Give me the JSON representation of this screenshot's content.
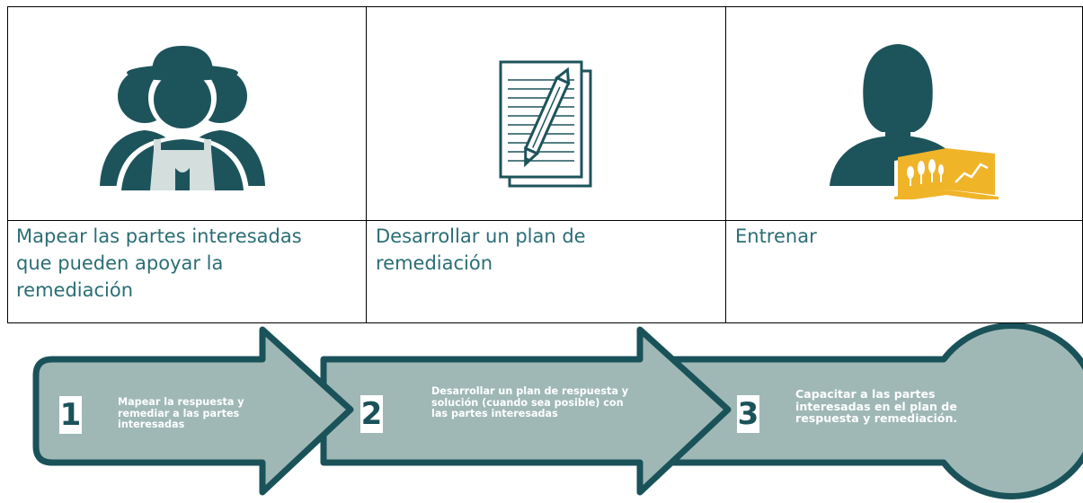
{
  "table": {
    "columns": [
      {
        "icon": "stakeholders-group-icon",
        "caption": "Mapear las partes interesadas que pueden apoyar la remediación"
      },
      {
        "icon": "document-pencil-icon",
        "caption": "Desarrollar un plan de remediación"
      },
      {
        "icon": "trainer-book-icon",
        "caption": "Entrenar"
      }
    ]
  },
  "process": {
    "steps": [
      {
        "number": "1",
        "text": "Mapear la respuesta y remediar a las partes interesadas"
      },
      {
        "number": "2",
        "text": "Desarrollar un plan de respuesta y solución (cuando sea posible) con las partes interesadas"
      },
      {
        "number": "3",
        "text": "Capacitar a las partes interesadas en el plan de respuesta y remediación."
      }
    ]
  },
  "colors": {
    "icon_dark": "#1d545b",
    "caption_text": "#2a6e75",
    "arrow_fill": "#9fb8b6",
    "arrow_outline": "#1a5259",
    "accent_yellow": "#f0b429"
  }
}
